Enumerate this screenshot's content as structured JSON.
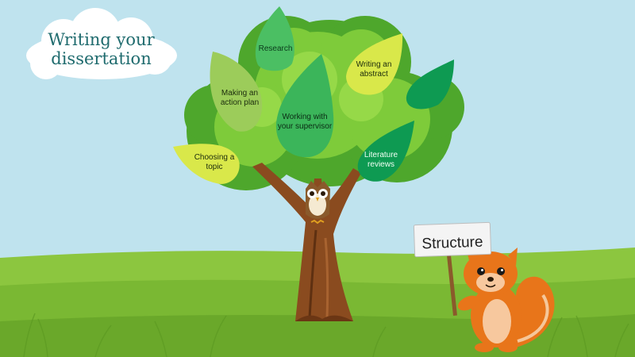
{
  "title": "Writing your dissertation",
  "colors": {
    "sky": "#bfe3ee",
    "grass": "#8cc63f",
    "leaf_dark": "#0e9a52",
    "leaf_mid": "#4bbf63",
    "leaf_light": "#9ccc5a",
    "leaf_yellow": "#d9e84a",
    "trunk": "#8a4b1f",
    "squirrel": "#e8751a"
  },
  "topics": [
    {
      "id": "research",
      "label": "Research",
      "color": "#4bbf63",
      "text_color": "#0b3b1c"
    },
    {
      "id": "making-an-action-plan",
      "label": "Making an action plan",
      "color": "#9ccc5a",
      "text_color": "#1b2b0c"
    },
    {
      "id": "writing-an-abstract",
      "label": "Writing an abstract",
      "color": "#d9e84a",
      "text_color": "#1b2b0c"
    },
    {
      "id": "working-with-your-supervisor",
      "label": "Working with your supervisor",
      "color": "#3bb55a",
      "text_color": "#0b2b14"
    },
    {
      "id": "choosing-a-topic",
      "label": "Choosing a topic",
      "color": "#d9e84a",
      "text_color": "#1b2b0c"
    },
    {
      "id": "literature-reviews",
      "label": "Literature reviews",
      "color": "#0e9a52",
      "text_color": "#f2fff4"
    },
    {
      "id": "unlabeled-leaf",
      "label": "",
      "color": "#0e9a52",
      "text_color": "#ffffff"
    }
  ],
  "sign": {
    "label": "Structure"
  },
  "icons": {
    "owl": "owl-icon",
    "squirrel": "squirrel-icon",
    "cloud": "cloud-icon",
    "tree": "tree-icon"
  }
}
